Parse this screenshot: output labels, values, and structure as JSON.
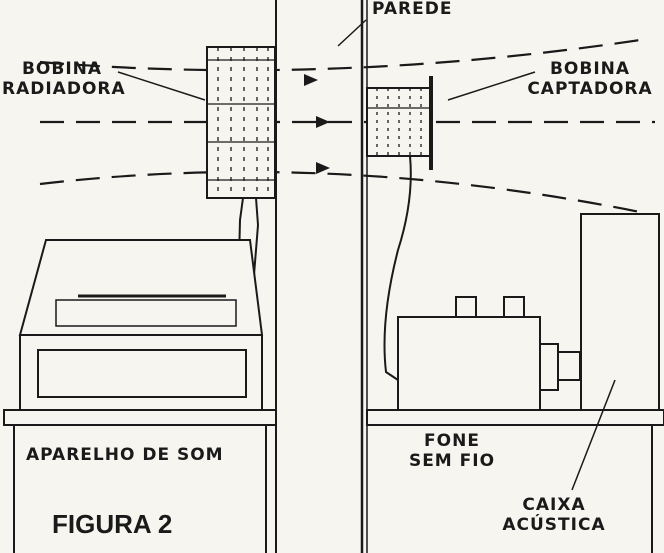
{
  "labels": {
    "wall": "PAREDE",
    "radiating_coil": [
      "BOBINA",
      "RADIADORA"
    ],
    "pickup_coil": [
      "BOBINA",
      "CAPTADORA"
    ],
    "sound_device": "APARELHO DE SOM",
    "wireless_phone": [
      "FONE",
      "SEM FIO"
    ],
    "speaker_box": [
      "CAIXA",
      "ACÚSTICA"
    ],
    "figure": "FIGURA 2"
  },
  "colors": {
    "ink": "#1a1a1a",
    "paper": "#f7f5f0"
  }
}
